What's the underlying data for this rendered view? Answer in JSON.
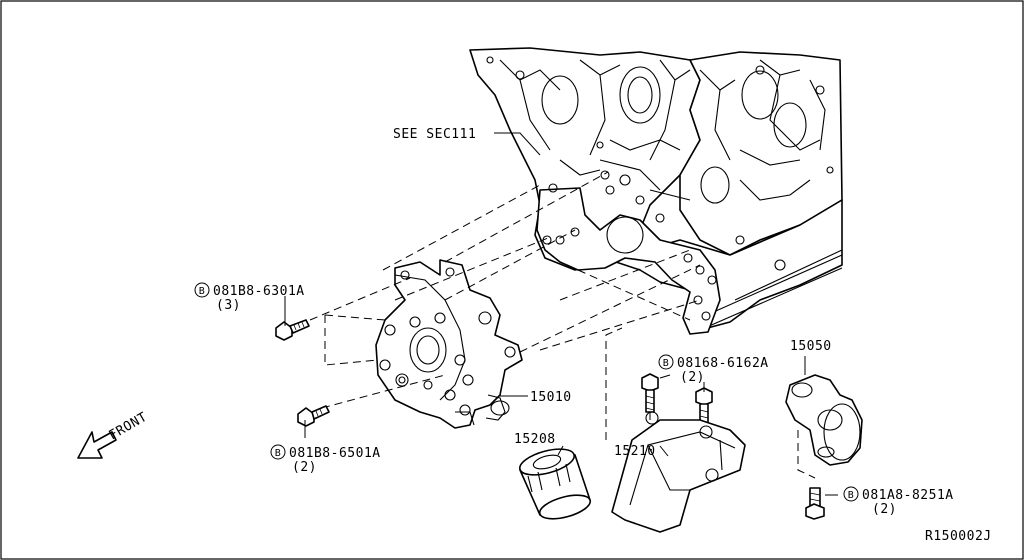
{
  "labels": {
    "see_sec": "SEE SEC111",
    "bolt_top_code": "081B8-6301A",
    "bolt_top_qty": "(3)",
    "bolt_bottom_code": "081B8-6501A",
    "bolt_bottom_qty": "(2)",
    "bracket_bolt_code": "08168-6162A",
    "bracket_bolt_qty": "(2)",
    "adapter_bolt_code": "081A8-8251A",
    "adapter_bolt_qty": "(2)",
    "part_oil_pump": "15010",
    "part_oil_filter": "15208",
    "part_filter_bracket": "15210",
    "part_filter_adapter": "15050",
    "front_label": "FRONT",
    "bolt_marker": "B",
    "diagram_ref": "R150002J"
  }
}
